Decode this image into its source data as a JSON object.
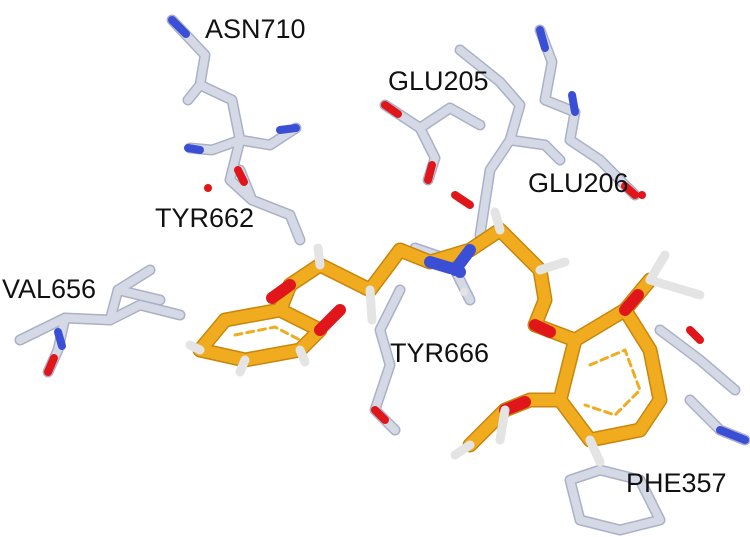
{
  "residues": {
    "asn710": "ASN710",
    "glu205": "GLU205",
    "glu206": "GLU206",
    "tyr662": "TYR662",
    "val656": "VAL656",
    "tyr666": "TYR666",
    "phe357": "PHE357"
  },
  "colors": {
    "protein_stick": "#d5d9e6",
    "protein_edge": "#aab1c7",
    "ligand_carbon": "#f0ac1e",
    "ligand_edge": "#c8860c",
    "oxygen": "#e0161a",
    "nitrogen": "#3b4fd6",
    "hydrogen": "#f7f7f7",
    "label_text": "#111111"
  }
}
